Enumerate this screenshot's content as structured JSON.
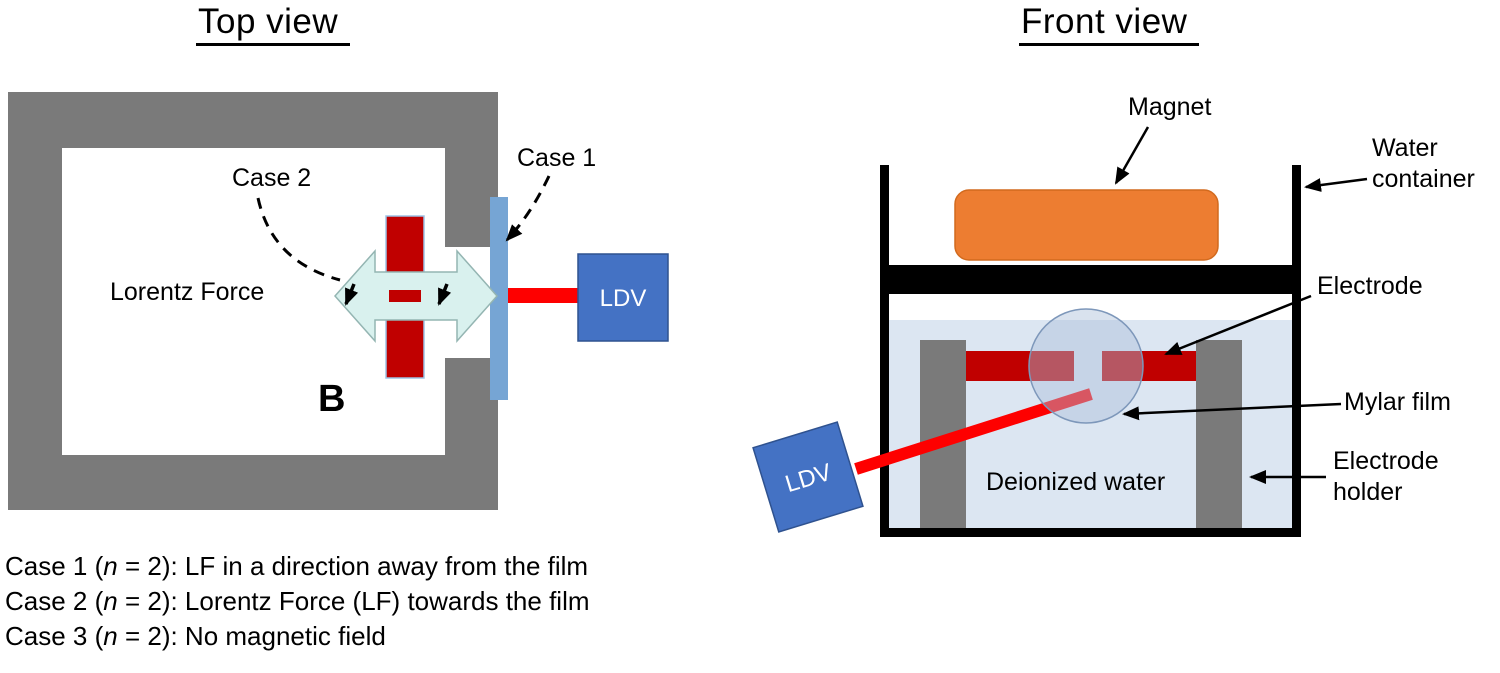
{
  "top_view": {
    "title": "Top view",
    "labels": {
      "case2": "Case 2",
      "case1": "Case 1",
      "lorentz_force": "Lorentz Force",
      "b_field": "B",
      "ldv": "LDV"
    },
    "cases": [
      {
        "pre": "Case 1 (",
        "var": "n",
        "post": " = 2): LF in a direction away from the film"
      },
      {
        "pre": "Case 2 (",
        "var": "n",
        "post": " = 2): Lorentz Force (LF) towards the film"
      },
      {
        "pre": "Case 3 (",
        "var": "n",
        "post": " = 2): No magnetic field"
      }
    ]
  },
  "front_view": {
    "title": "Front view",
    "labels": {
      "magnet": "Magnet",
      "water_container": [
        "Water",
        "container"
      ],
      "electrode": "Electrode",
      "mylar_film": "Mylar film",
      "electrode_holder": [
        "Electrode",
        "holder"
      ],
      "deionized_water": "Deionized water",
      "ldv": "LDV"
    }
  },
  "colors": {
    "yoke_gray": "#7a7a7a",
    "electrode_red": "#c00000",
    "laser_red": "#fe0000",
    "ldv_blue": "#4472c4",
    "film_strip_blue": "#76a5d4",
    "force_arrow_cyan": "#d9f1ee",
    "magnet_orange": "#ed7d31",
    "water_blue": "#dce6f2"
  }
}
